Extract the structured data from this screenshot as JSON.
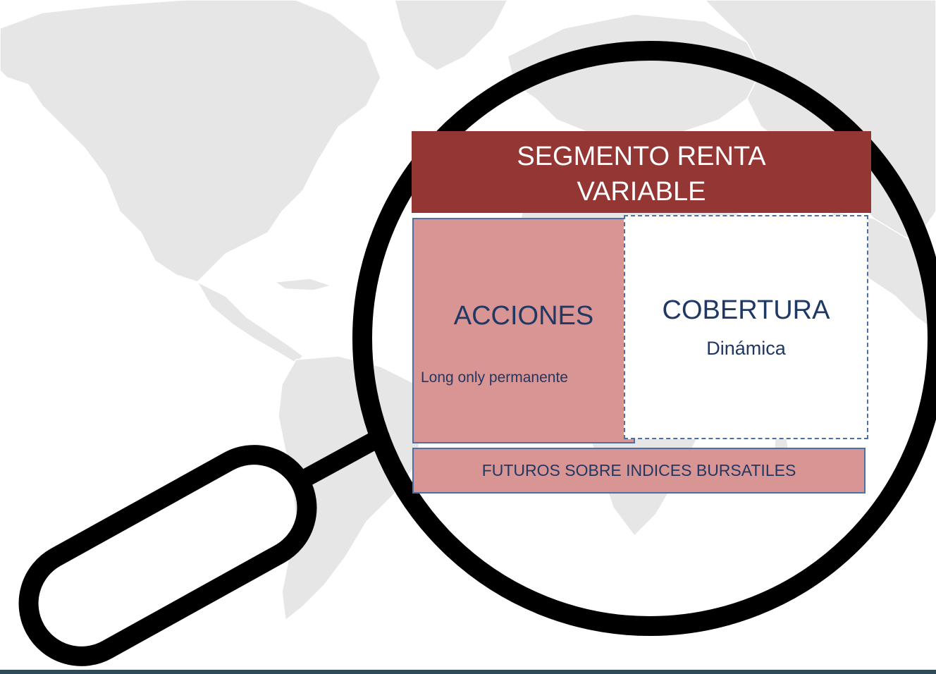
{
  "header": {
    "title": "SEGMENTO RENTA\nVARIABLE"
  },
  "acciones": {
    "title": "ACCIONES",
    "subtitle": "Long only permanente"
  },
  "cobertura": {
    "title": "COBERTURA",
    "subtitle": "Dinámica"
  },
  "futuros": {
    "label": "FUTUROS SOBRE INDICES BURSATILES"
  },
  "colors": {
    "header_fill": "#943634",
    "pink_fill": "#d99594",
    "text_navy": "#1f3864",
    "border_blue": "#4f6fa3",
    "map_fill": "#e6e6e6",
    "footer_bar": "#2f4a5a"
  }
}
